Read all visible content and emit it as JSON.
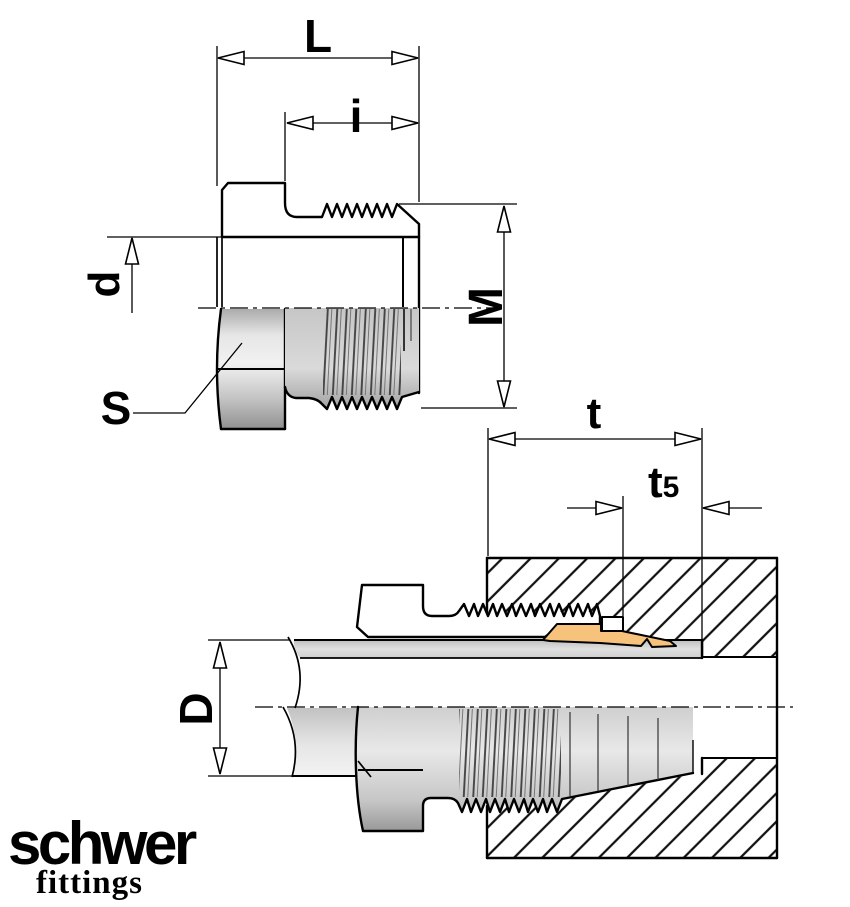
{
  "view_top": {
    "labels": {
      "overall_length": "L",
      "thread_length": "i",
      "inner_diameter": "d",
      "thread_size": "M",
      "wrench_size": "S"
    }
  },
  "view_assembly": {
    "labels": {
      "port_depth": "t",
      "depth5_base": "t",
      "depth5_sub": "5",
      "tube_diameter": "D"
    }
  },
  "logo": {
    "brand": "schwer",
    "tagline": "fittings"
  },
  "colors": {
    "seal_orange": "#f6c27c",
    "logo_gray": "#a7a099"
  }
}
